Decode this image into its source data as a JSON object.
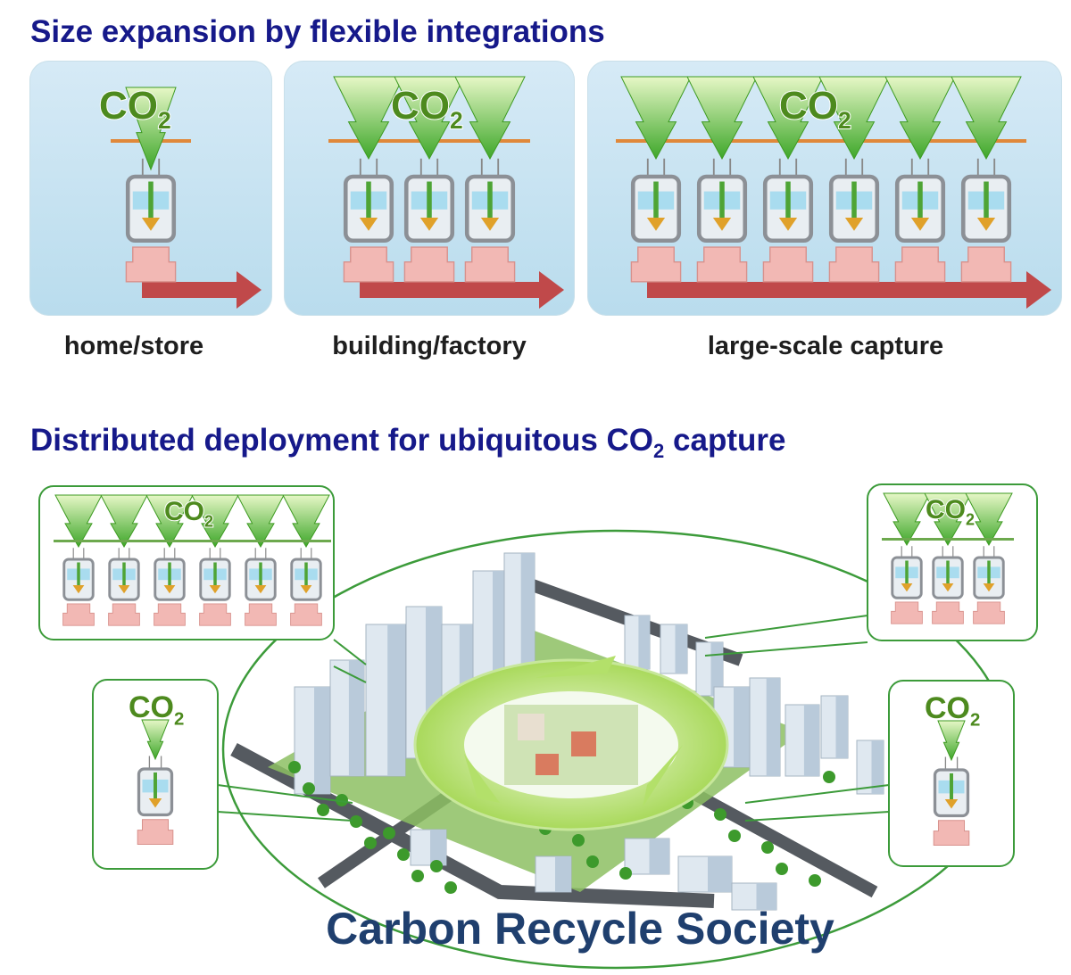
{
  "top_heading": "Size expansion by flexible integrations",
  "bottom_heading": {
    "before": "Distributed deployment for ubiquitous CO",
    "sub": "2",
    "after": " capture"
  },
  "co2": {
    "main": "CO",
    "sub": "2"
  },
  "panels": [
    {
      "label": "home/store",
      "units": 1
    },
    {
      "label": "building/factory",
      "units": 3
    },
    {
      "label": "large-scale capture",
      "units": 6
    }
  ],
  "city_boxes": [
    {
      "position": "top-left",
      "units": 6
    },
    {
      "position": "top-right",
      "units": 3
    },
    {
      "position": "middle-left",
      "units": 1
    },
    {
      "position": "middle-right",
      "units": 1
    }
  ],
  "society_label": "Carbon Recycle Society",
  "colors": {
    "heading": "#16198a",
    "panel_bg": "#d3e9f3",
    "arrow_green": "#5cb82e",
    "pipe_red": "#c0494a",
    "society": "#1f3f6e"
  }
}
